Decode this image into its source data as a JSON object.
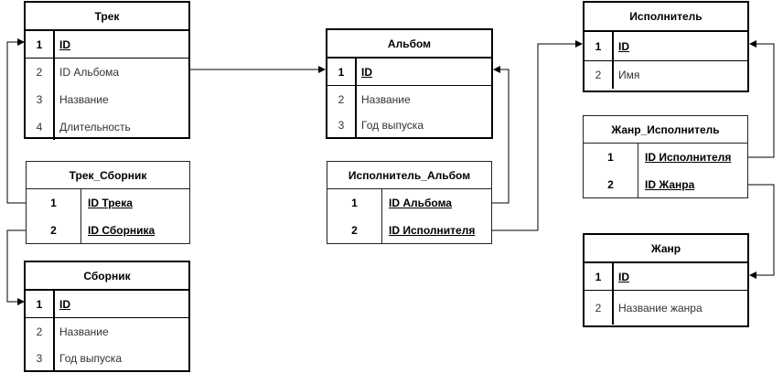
{
  "tables": {
    "track": {
      "title": "Трек",
      "rows": [
        {
          "n": "1",
          "text": "ID"
        },
        {
          "n": "2",
          "text": "ID Альбома"
        },
        {
          "n": "3",
          "text": "Название"
        },
        {
          "n": "4",
          "text": "Длительность"
        }
      ]
    },
    "album": {
      "title": "Альбом",
      "rows": [
        {
          "n": "1",
          "text": "ID"
        },
        {
          "n": "2",
          "text": "Название"
        },
        {
          "n": "3",
          "text": "Год выпуска"
        }
      ]
    },
    "artist": {
      "title": "Исполнитель",
      "rows": [
        {
          "n": "1",
          "text": "ID"
        },
        {
          "n": "2",
          "text": "Имя"
        }
      ]
    },
    "track_collection": {
      "title": "Трек_Сборник",
      "rows": [
        {
          "n": "1",
          "text": "ID Трека"
        },
        {
          "n": "2",
          "text": "ID Сборника"
        }
      ]
    },
    "artist_album": {
      "title": "Исполнитель_Альбом",
      "rows": [
        {
          "n": "1",
          "text": "ID Альбома"
        },
        {
          "n": "2",
          "text": "ID Исполнителя"
        }
      ]
    },
    "genre_artist": {
      "title": "Жанр_Исполнитель",
      "rows": [
        {
          "n": "1",
          "text": "ID Исполнителя"
        },
        {
          "n": "2",
          "text": "ID Жанра"
        }
      ]
    },
    "collection": {
      "title": "Сборник",
      "rows": [
        {
          "n": "1",
          "text": "ID"
        },
        {
          "n": "2",
          "text": "Название"
        },
        {
          "n": "3",
          "text": "Год выпуска"
        }
      ]
    },
    "genre": {
      "title": "Жанр",
      "rows": [
        {
          "n": "1",
          "text": "ID"
        },
        {
          "n": "2",
          "text": "Название жанра"
        }
      ]
    }
  }
}
